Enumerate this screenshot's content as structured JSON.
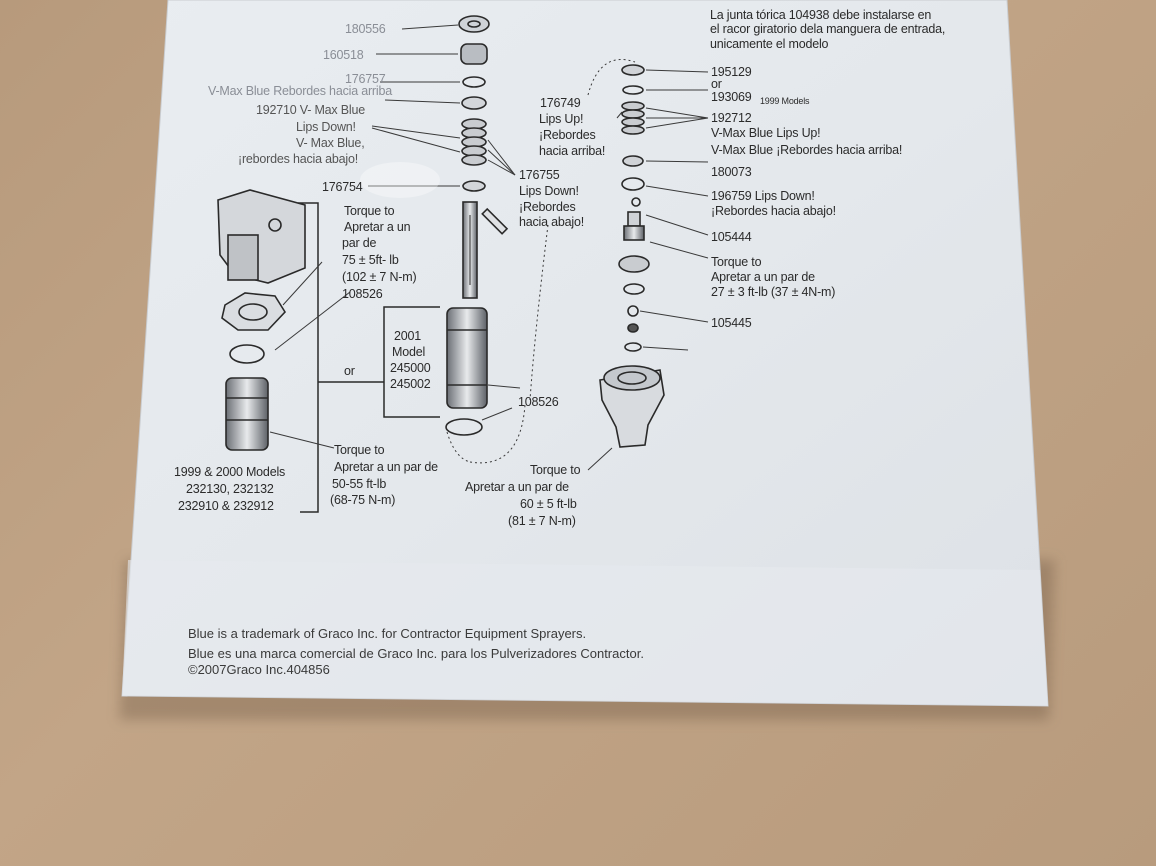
{
  "top_right_notes": {
    "line1": "La junta tórica 104938 debe instalarse en",
    "line2": "el racor giratorio dela manguera de entrada,",
    "line3": "unicamente el modelo"
  },
  "left_column": {
    "p180556": "180556",
    "p180518": "160518",
    "p176757": "176757",
    "vmax_reb_up": "V-Max  Blue  Rebordes hacia arriba",
    "p192710": "192710 V- Max Blue",
    "lips_down": "Lips Down!",
    "vmax_blue": "V- Max Blue,",
    "reb_abajo": "¡rebordes hacia abajo!",
    "p176754": "176754"
  },
  "torque_left": {
    "line1": "Torque to",
    "line2": "Apretar a un",
    "line3": "par de",
    "line4": "75 ± 5ft- lb",
    "line5": "(102 ± 7 N-m)",
    "part": "108526"
  },
  "or_label": "or",
  "models_2001": {
    "line1": "2001",
    "line2": "Model",
    "line3": "245000",
    "line4": "245002"
  },
  "models_1999": {
    "line1": "1999 & 2000 Models",
    "line2": "232130, 232132",
    "line3": "232910 & 232912"
  },
  "torque_bottom_left": {
    "line1": "Torque to",
    "line2": "Apretar a un par de",
    "line3": "50-55 ft-lb",
    "line4": "(68-75 N-m)"
  },
  "center": {
    "p176749": "176749",
    "lips_up": "Lips Up!",
    "reb_arriba_1": "¡Rebordes",
    "reb_arriba_2": "hacia arriba!",
    "p176755": "176755",
    "lips_down": "Lips Down!",
    "reb_abajo_1": "¡Rebordes",
    "reb_abajo_2": "hacia abajo!",
    "p108526": "108526",
    "torque1": "Torque to",
    "torque2": "Apretar a un par de",
    "torque3": "60 ± 5 ft-lb",
    "torque4": "(81 ± 7 N-m)"
  },
  "right_column": {
    "p195129": "195129",
    "or": "or",
    "p193069": "193069",
    "models_1999": "1999 Models",
    "p192712": "192712",
    "vmax_lips_up": "V-Max Blue Lips Up!",
    "vmax_reb_arriba": "V-Max Blue ¡Rebordes hacia arriba!",
    "p180073": "180073",
    "p196759": "196759 Lips Down!",
    "reb_abajo": "¡Rebordes hacia abajo!",
    "p105444": "105444",
    "torque1": "Torque to",
    "torque2": "Apretar a un par de",
    "torque3": "27  ± 3 ft-lb (37 ± 4N-m)",
    "p105445": "105445"
  },
  "footer": {
    "line1": "Blue is a trademark of Graco Inc. for Contractor Equipment Sprayers.",
    "line2": "Blue es una marca comercial de Graco Inc. para los Pulverizadores Contractor.",
    "line3": "©2007Graco Inc.404856"
  }
}
